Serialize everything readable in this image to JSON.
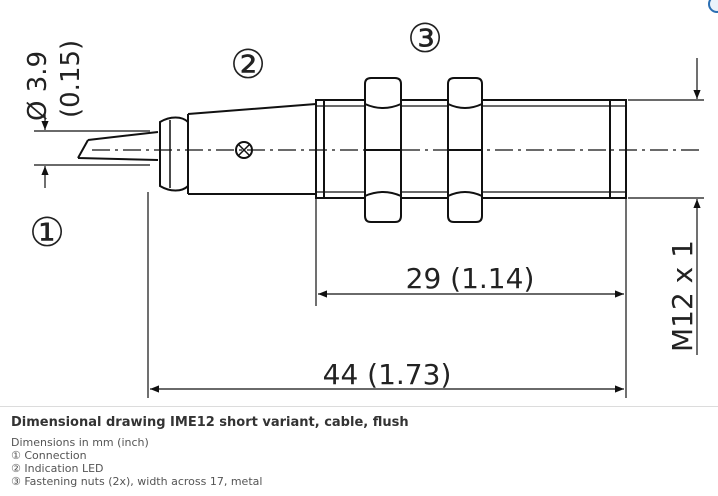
{
  "drawing": {
    "callouts": [
      "③",
      "②",
      "①"
    ],
    "diameter_label": "Ø 3.9",
    "diameter_inch": "(0.15)",
    "dim_thread_value": "29",
    "dim_thread_inch": "(1.14)",
    "dim_total_value": "44",
    "dim_total_inch": "(1.73)",
    "thread_label": "M12 x 1"
  },
  "caption": {
    "title": "Dimensional drawing IME12 short variant, cable, flush",
    "lines": [
      "Dimensions in mm (inch)",
      "① Connection",
      "② Indication LED",
      "③ Fastening nuts (2x), width across 17, metal"
    ]
  },
  "colors": {
    "line": "#111111",
    "text": "#222222",
    "caption_title": "#333333",
    "caption_text": "#555555",
    "accent": "#2b6fb3"
  }
}
